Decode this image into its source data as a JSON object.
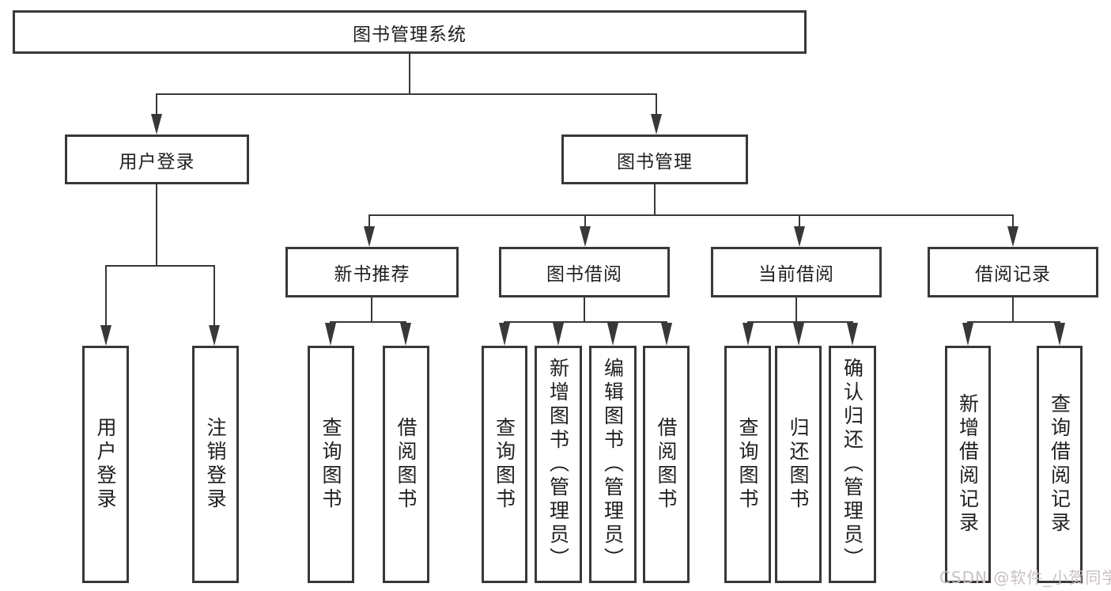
{
  "tree": {
    "label": "图书管理系统",
    "children": [
      {
        "label": "用户登录",
        "children": [
          {
            "label": "用户登录"
          },
          {
            "label": "注销登录"
          }
        ]
      },
      {
        "label": "图书管理",
        "children": [
          {
            "label": "新书推荐",
            "children": [
              {
                "label": "查询图书"
              },
              {
                "label": "借阅图书"
              }
            ]
          },
          {
            "label": "图书借阅",
            "children": [
              {
                "label": "查询图书"
              },
              {
                "label": "新增图书（管理员）"
              },
              {
                "label": "编辑图书（管理员）"
              },
              {
                "label": "借阅图书"
              }
            ]
          },
          {
            "label": "当前借阅",
            "children": [
              {
                "label": "查询图书"
              },
              {
                "label": "归还图书"
              },
              {
                "label": "确认归还（管理员）"
              }
            ]
          },
          {
            "label": "借阅记录",
            "children": [
              {
                "label": "新增借阅记录"
              },
              {
                "label": "查询借阅记录"
              }
            ]
          }
        ]
      }
    ]
  },
  "watermark": "CSDN @软件_小贺同学",
  "colors": {
    "line": "#383838",
    "box_fill": "#ffffff",
    "text": "#1f1f1f",
    "watermark": "#c9c0c0",
    "background": "#ffffff"
  }
}
